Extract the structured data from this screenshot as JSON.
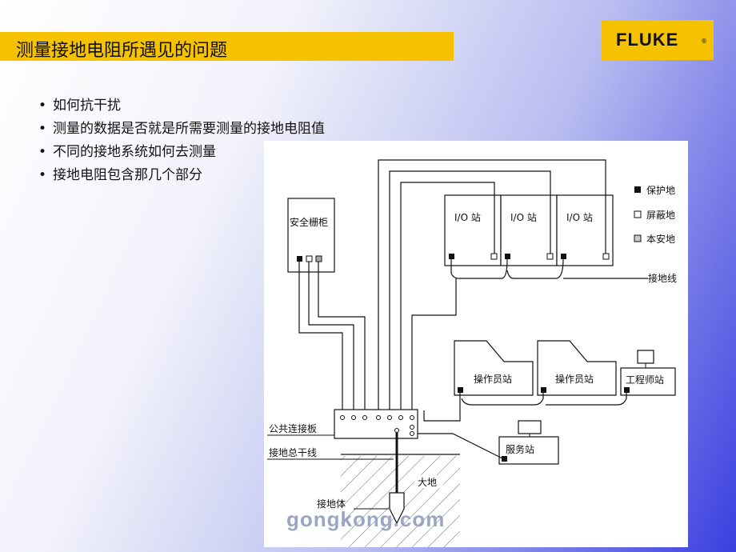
{
  "title": "测量接地电阻所遇见的问题",
  "logo": {
    "text": "FLUKE",
    "mark": "®"
  },
  "bullets": [
    "如何抗干扰",
    "测量的数据是否就是所需要测量的接地电阻值",
    "不同的接地系统如何去测量",
    "接地电阻包含那几个部分"
  ],
  "diagram": {
    "safety_cabinet": "安全栅柜",
    "io_station": "I/O 站",
    "legend": [
      "保护地",
      "屏蔽地",
      "本安地"
    ],
    "ground_wire": "接地线",
    "operator_station": "操作员站",
    "engineer_station": "工程师站",
    "server_station": "服务站",
    "common_board": "公共连接板",
    "main_trunk": "接地总干线",
    "earth": "大地",
    "electrode": "接地体",
    "watermark": "gongkong.com"
  },
  "colors": {
    "accent": "#f6c200",
    "background_blue": "#3a3fe0"
  }
}
